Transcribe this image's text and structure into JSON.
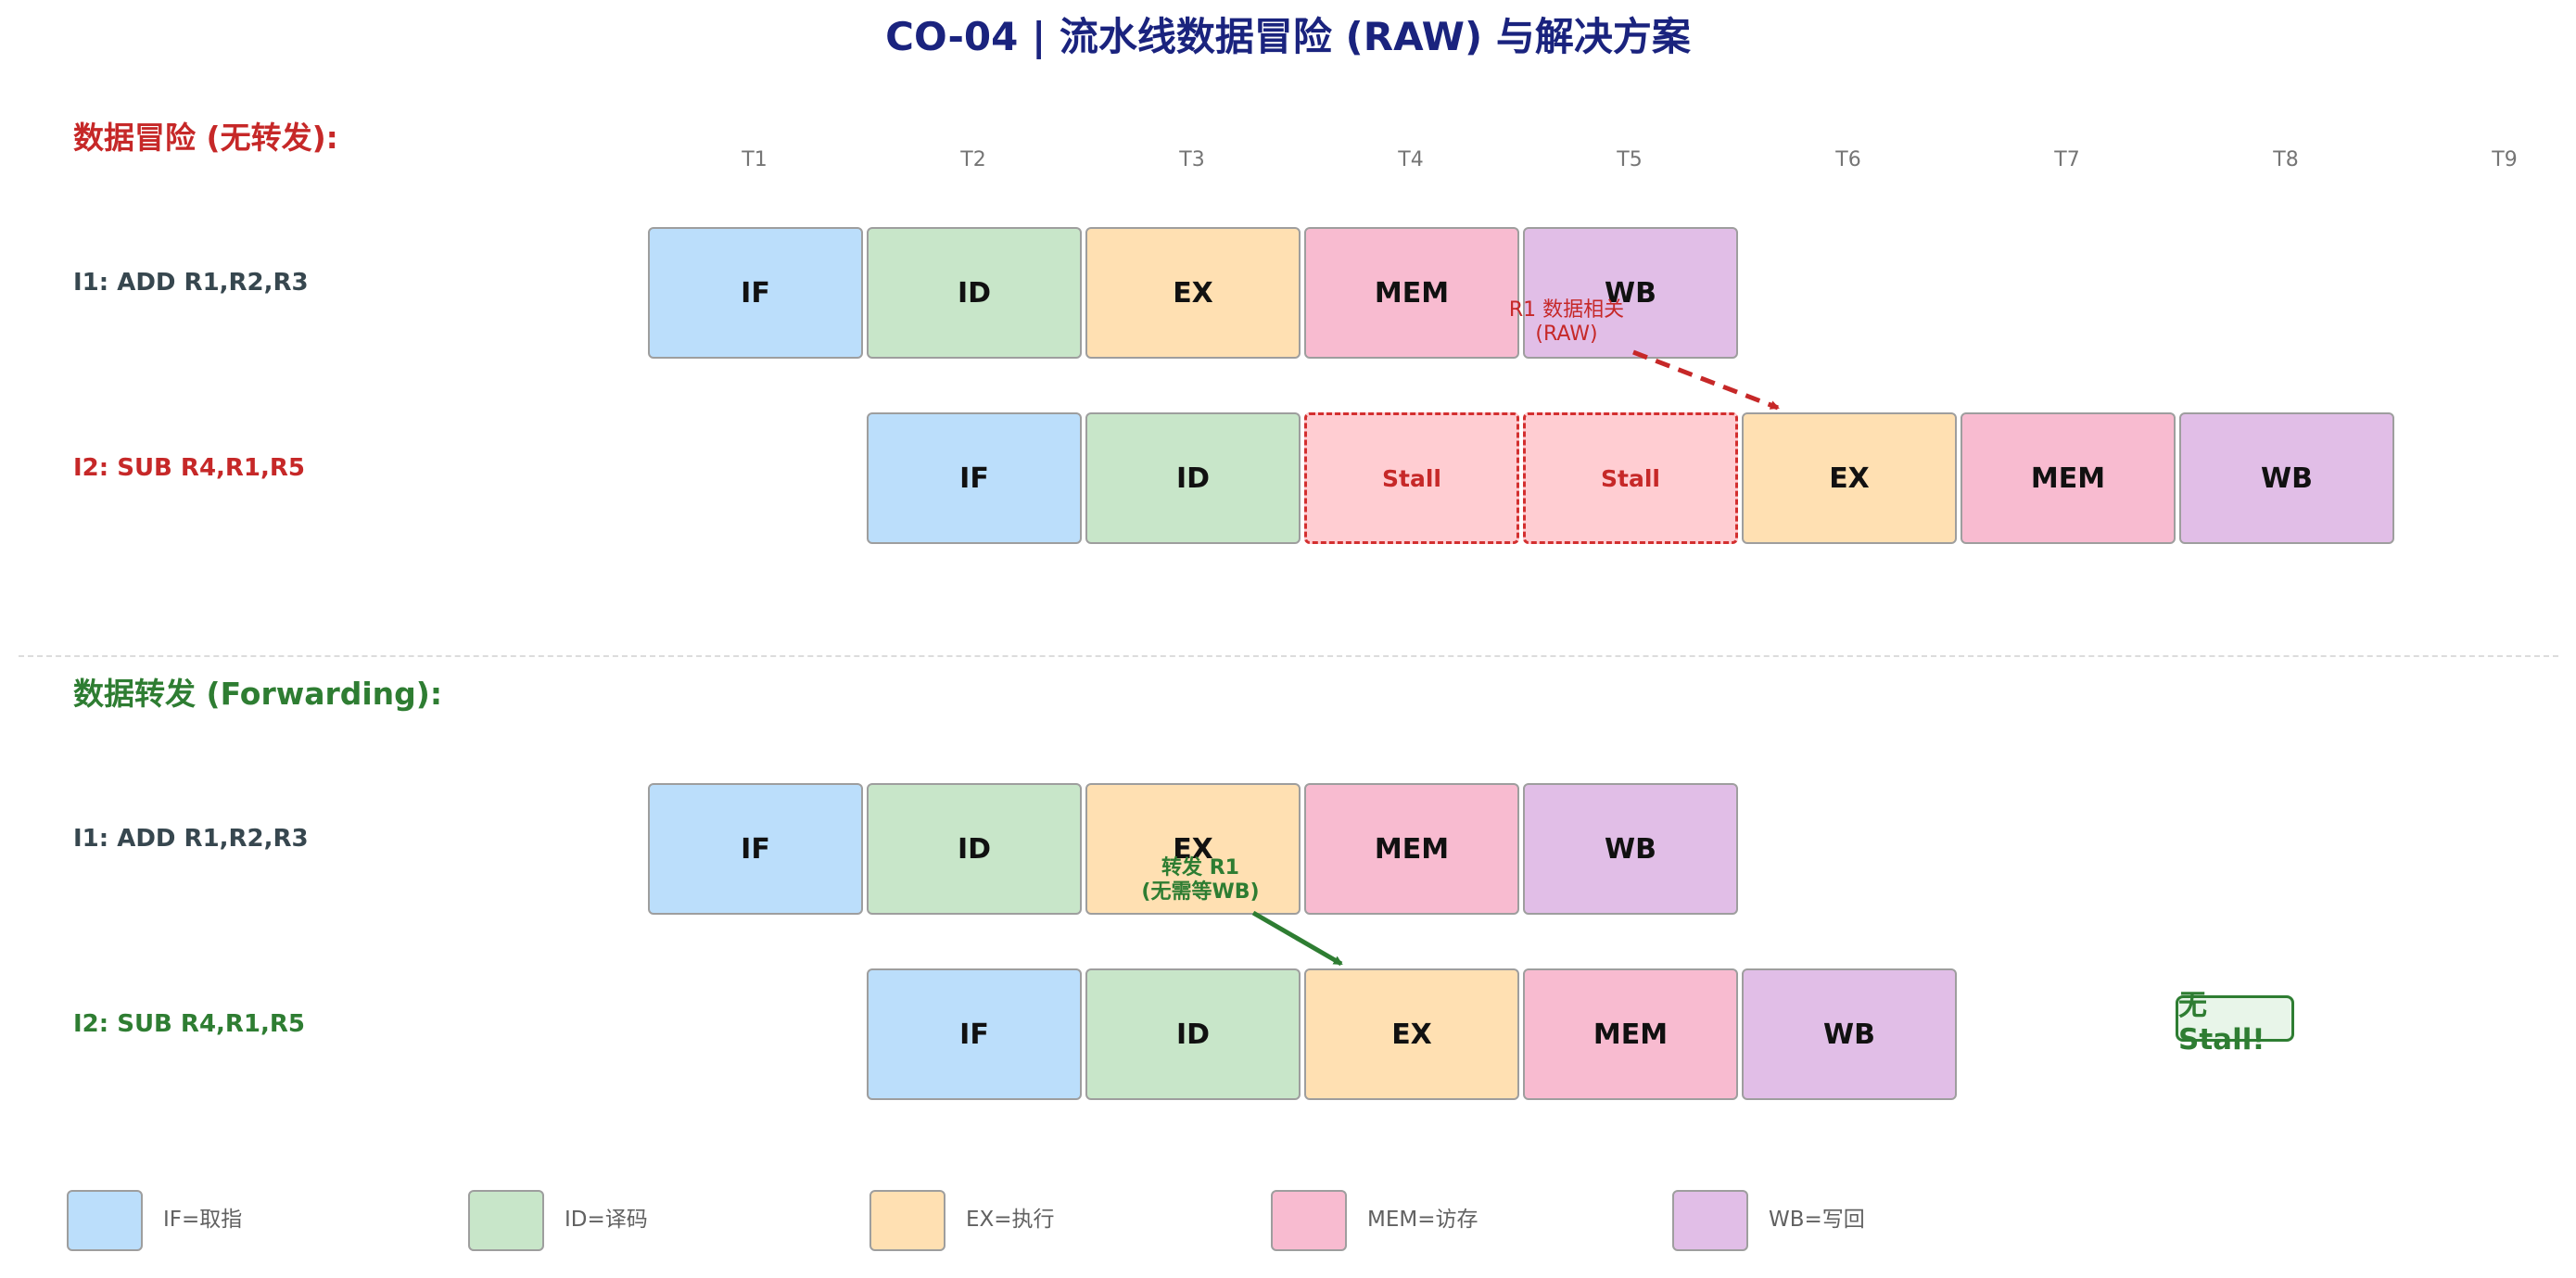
{
  "title": "CO-04 | 流水线数据冒险 (RAW) 与解决方案",
  "timeline": [
    "T1",
    "T2",
    "T3",
    "T4",
    "T5",
    "T6",
    "T7",
    "T8",
    "T9"
  ],
  "sections": [
    {
      "title": "数据冒险 (无转发):",
      "rows": [
        {
          "label": "I1: ADD R1,R2,R3",
          "start": 0,
          "stages": [
            "IF",
            "ID",
            "EX",
            "MEM",
            "WB"
          ]
        },
        {
          "label": "I2: SUB R4,R1,R5",
          "start": 1,
          "stages": [
            "IF",
            "ID",
            "Stall",
            "Stall",
            "EX",
            "MEM",
            "WB"
          ]
        }
      ],
      "annotation": [
        "R1 数据相关",
        "(RAW)"
      ]
    },
    {
      "title": "数据转发 (Forwarding):",
      "rows": [
        {
          "label": "I1: ADD R1,R2,R3",
          "start": 0,
          "stages": [
            "IF",
            "ID",
            "EX",
            "MEM",
            "WB"
          ]
        },
        {
          "label": "I2: SUB R4,R1,R5",
          "start": 1,
          "stages": [
            "IF",
            "ID",
            "EX",
            "MEM",
            "WB"
          ]
        }
      ],
      "annotation": [
        "转发 R1",
        "(无需等WB)"
      ],
      "badge": "无Stall!"
    }
  ],
  "legend": [
    {
      "stage": "IF",
      "label": "IF=取指"
    },
    {
      "stage": "ID",
      "label": "ID=译码"
    },
    {
      "stage": "EX",
      "label": "EX=执行"
    },
    {
      "stage": "MEM",
      "label": "MEM=访存"
    },
    {
      "stage": "WB",
      "label": "WB=写回"
    }
  ],
  "colors": {
    "title": "#1a237e",
    "hazard": "#c62828",
    "forwarding": "#2e7d32",
    "IF": "#bbdefb",
    "ID": "#c8e6c9",
    "EX": "#ffe0b2",
    "MEM": "#f8bbd0",
    "WB": "#e1bee7",
    "Stall": "#ffcdd2"
  }
}
